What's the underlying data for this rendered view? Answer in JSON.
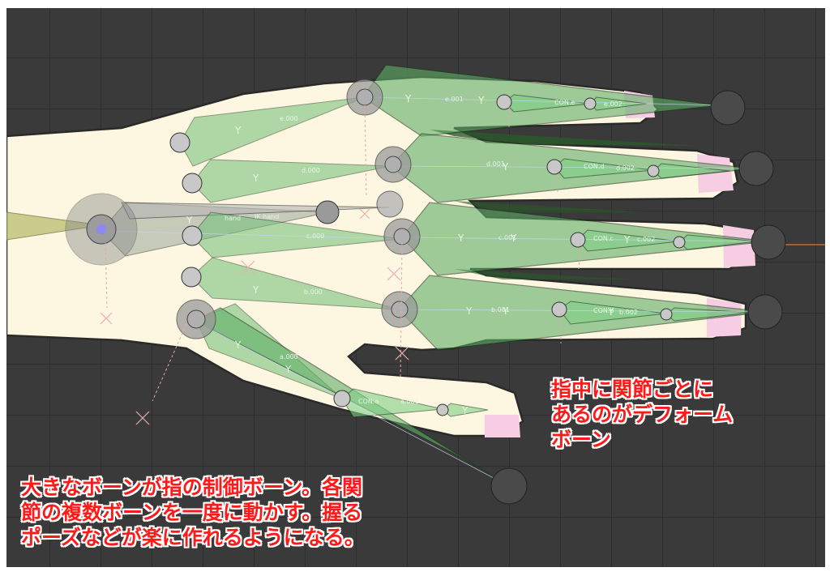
{
  "annotations": {
    "deform_bones": "指中に関節ごとに\nあるのがデフォーム\nボーン",
    "control_bones": "大きなボーンが指の制御ボーン。各関\n節の複数ボーンを一度に動かす。握る\nポーズなどが楽に作れるようになる。"
  },
  "bone_labels": {
    "hand": "hand",
    "ik_hand": "IK.hand",
    "e000": "e.000",
    "e001": "e.001",
    "e_con": "CON.e",
    "e002": "e.002",
    "d000": "d.000",
    "d001": "d.001",
    "d_con": "CON.d",
    "d002": "d.002",
    "c000": "c.000",
    "c001": "c.001",
    "c_con": "CON.c",
    "c002": "c.002",
    "b000": "b.000",
    "b001": "b.001",
    "b_con": "CON.b",
    "b002": "b.002",
    "a000": "a.000",
    "a_con": "CON.a",
    "a001": "a.001"
  },
  "axis_label": "Y",
  "colors": {
    "annotation_text": "#ff1a1a",
    "annotation_outline": "#ffffff",
    "viewport_bg": "#3a3a3a",
    "skin": "#fdf6e0",
    "nail": "#f6cde2",
    "bone_fill": "#6fbf76",
    "x_axis": "#e0782e"
  }
}
